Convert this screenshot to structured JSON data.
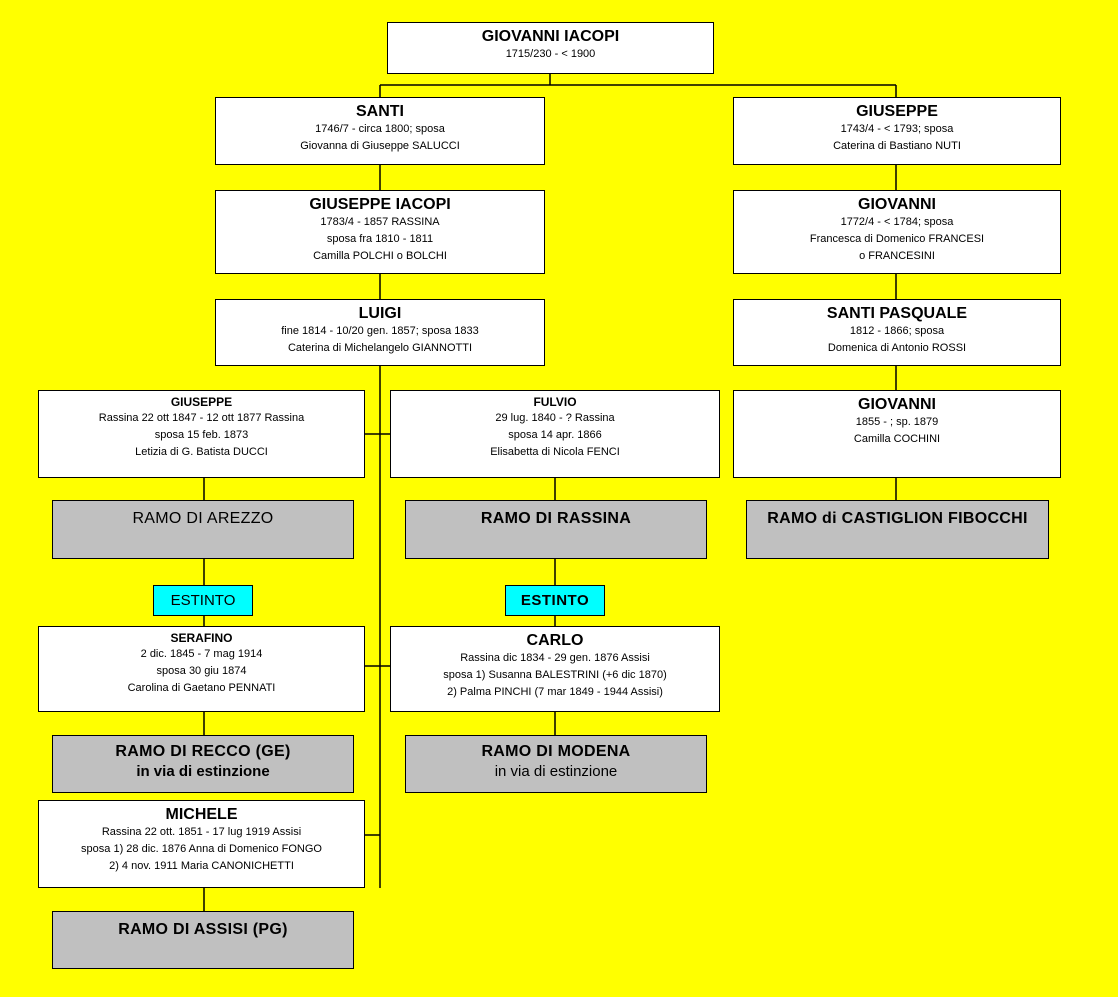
{
  "persons": {
    "giovanni_root": {
      "name": "GIOVANNI IACOPI",
      "lines": [
        "1715/230 - < 1900"
      ]
    },
    "santi": {
      "name": "SANTI",
      "lines": [
        "1746/7 - circa 1800; sposa",
        "Giovanna di Giuseppe SALUCCI"
      ]
    },
    "giuseppe_top": {
      "name": "GIUSEPPE",
      "lines": [
        "1743/4 - < 1793; sposa",
        "Caterina di Bastiano NUTI"
      ]
    },
    "giuseppe_iacopi": {
      "name": "GIUSEPPE IACOPI",
      "lines": [
        "1783/4 - 1857 RASSINA",
        "sposa fra 1810 - 1811",
        "Camilla POLCHI o BOLCHI"
      ]
    },
    "giovanni_2": {
      "name": "GIOVANNI",
      "lines": [
        "1772/4 - < 1784; sposa",
        "Francesca di Domenico FRANCESI",
        "o FRANCESINI"
      ]
    },
    "luigi": {
      "name": "LUIGI",
      "lines": [
        "fine 1814 - 10/20 gen. 1857; sposa 1833",
        "Caterina di Michelangelo GIANNOTTI"
      ]
    },
    "santi_pasquale": {
      "name": "SANTI PASQUALE",
      "lines": [
        "1812 - 1866; sposa",
        "Domenica di Antonio ROSSI"
      ]
    },
    "giuseppe_arezzo": {
      "name": "GIUSEPPE",
      "lines": [
        "Rassina 22 ott 1847 - 12 ott 1877 Rassina",
        "sposa 15 feb. 1873",
        "Letizia di G. Batista DUCCI"
      ]
    },
    "fulvio": {
      "name": "FULVIO",
      "lines": [
        "29 lug. 1840 - ? Rassina",
        "sposa 14 apr. 1866",
        "Elisabetta di Nicola FENCI"
      ]
    },
    "giovanni_3": {
      "name": "GIOVANNI",
      "lines": [
        "1855 - ; sp. 1879",
        "Camilla COCHINI"
      ]
    },
    "serafino": {
      "name": "SERAFINO",
      "lines": [
        "2 dic. 1845 - 7 mag 1914",
        "sposa 30 giu 1874",
        "Carolina di Gaetano PENNATI"
      ]
    },
    "carlo": {
      "name": "CARLO",
      "lines": [
        "Rassina dic 1834 - 29 gen. 1876 Assisi",
        "sposa 1) Susanna BALESTRINI (+6 dic 1870)",
        "2) Palma PINCHI (7 mar 1849 - 1944 Assisi)"
      ]
    },
    "michele": {
      "name": "MICHELE",
      "lines": [
        "Rassina 22 ott. 1851 - 17 lug 1919 Assisi",
        "sposa 1) 28 dic. 1876 Anna di Domenico FONGO",
        "2) 4 nov. 1911 Maria CANONICHETTI"
      ]
    }
  },
  "branches": {
    "arezzo": {
      "title": "RAMO DI AREZZO"
    },
    "rassina": {
      "title": "RAMO DI RASSINA"
    },
    "castiglion": {
      "title": "RAMO di CASTIGLION FIBOCCHI"
    },
    "recco": {
      "title": "RAMO DI RECCO (GE)",
      "sub": "in via di estinzione"
    },
    "modena": {
      "title": "RAMO DI MODENA",
      "sub": "in via di estinzione"
    },
    "assisi": {
      "title": "RAMO DI ASSISI (PG)"
    }
  },
  "tags": {
    "arezzo_estinto": "ESTINTO",
    "rassina_estinto": "ESTINTO"
  },
  "colors": {
    "background": "#ffff00",
    "person_box": "#ffffff",
    "branch_box": "#c0c0c0",
    "extinct_tag": "#00ffff",
    "line": "#000000"
  }
}
